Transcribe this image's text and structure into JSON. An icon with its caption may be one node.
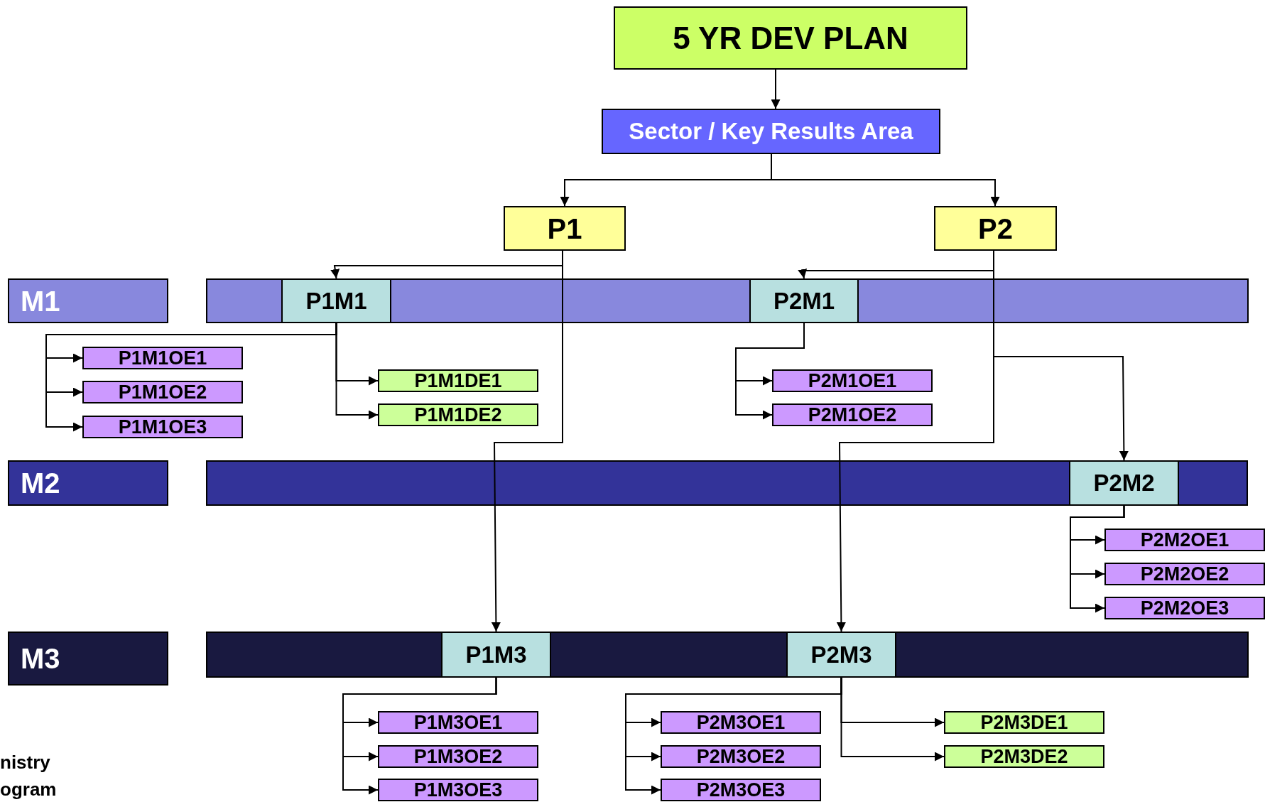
{
  "diagram": {
    "nodes": [
      {
        "text": [
          "5 YR DEV PLAN"
        ]
      },
      {
        "text": [
          "Sector / Key Results Area"
        ]
      },
      {
        "text": [
          "P1"
        ]
      },
      {
        "text": [
          "P2"
        ]
      },
      {
        "text": [
          "M1"
        ]
      },
      {
        "text": [],
        "shape": "bar"
      },
      {
        "text": [
          "P1M1"
        ],
        "in": 5
      },
      {
        "text": [
          "P2M1"
        ],
        "in": 5
      },
      {
        "text": [
          "P1M1OE1"
        ]
      },
      {
        "text": [
          "P1M1OE2"
        ]
      },
      {
        "text": [
          "P1M1OE3"
        ]
      },
      {
        "text": [
          "P1M1DE1"
        ]
      },
      {
        "text": [
          "P1M1DE2"
        ]
      },
      {
        "text": [
          "P2M1OE1"
        ]
      },
      {
        "text": [
          "P2M1OE2"
        ]
      },
      {
        "text": [
          "M2"
        ]
      },
      {
        "text": [],
        "shape": "bar"
      },
      {
        "text": [
          "P2M2"
        ],
        "in": 16
      },
      {
        "text": [
          "P2M2OE1"
        ]
      },
      {
        "text": [
          "P2M2OE2"
        ]
      },
      {
        "text": [
          "P2M2OE3"
        ]
      },
      {
        "text": [
          "M3"
        ]
      },
      {
        "text": [],
        "shape": "bar"
      },
      {
        "text": [
          "P1M3"
        ],
        "in": 22
      },
      {
        "text": [
          "P2M3"
        ],
        "in": 22
      },
      {
        "text": [
          "P1M3OE1"
        ]
      },
      {
        "text": [
          "P1M3OE2"
        ]
      },
      {
        "text": [
          "P1M3OE3"
        ]
      },
      {
        "text": [
          "P2M3OE1"
        ]
      },
      {
        "text": [
          "P2M3OE2"
        ]
      },
      {
        "text": [
          "P2M3OE3"
        ]
      },
      {
        "text": [
          "P2M3DE1"
        ]
      },
      {
        "text": [
          "P2M3DE2"
        ]
      }
    ],
    "edges": [
      {
        "from": 0,
        "to": 1,
        "arrow": "to"
      },
      {
        "from": 1,
        "to": 2,
        "arrow": "to"
      },
      {
        "from": 1,
        "to": 3,
        "arrow": "to"
      },
      {
        "from": 2,
        "to": 6,
        "arrow": "to"
      },
      {
        "from": 2,
        "to": 23,
        "arrow": "to"
      },
      {
        "from": 3,
        "to": 7,
        "arrow": "to"
      },
      {
        "from": 3,
        "to": 17,
        "arrow": "to"
      },
      {
        "from": 3,
        "to": 24,
        "arrow": "to"
      },
      {
        "from": 6,
        "to": 8,
        "arrow": "to"
      },
      {
        "from": 6,
        "to": 9,
        "arrow": "to"
      },
      {
        "from": 6,
        "to": 10,
        "arrow": "to"
      },
      {
        "from": 6,
        "to": 11,
        "arrow": "to"
      },
      {
        "from": 6,
        "to": 12,
        "arrow": "to"
      },
      {
        "from": 7,
        "to": 13,
        "arrow": "to"
      },
      {
        "from": 7,
        "to": 14,
        "arrow": "to"
      },
      {
        "from": 17,
        "to": 18,
        "arrow": "to"
      },
      {
        "from": 17,
        "to": 19,
        "arrow": "to"
      },
      {
        "from": 17,
        "to": 20,
        "arrow": "to"
      },
      {
        "from": 23,
        "to": 25,
        "arrow": "to"
      },
      {
        "from": 23,
        "to": 26,
        "arrow": "to"
      },
      {
        "from": 23,
        "to": 27,
        "arrow": "to"
      },
      {
        "from": 24,
        "to": 28,
        "arrow": "to"
      },
      {
        "from": 24,
        "to": 29,
        "arrow": "to"
      },
      {
        "from": 24,
        "to": 30,
        "arrow": "to"
      },
      {
        "from": 24,
        "to": 31,
        "arrow": "to"
      },
      {
        "from": 24,
        "to": 32,
        "arrow": "to"
      }
    ],
    "labels": [
      "nistry",
      "ogram"
    ]
  }
}
